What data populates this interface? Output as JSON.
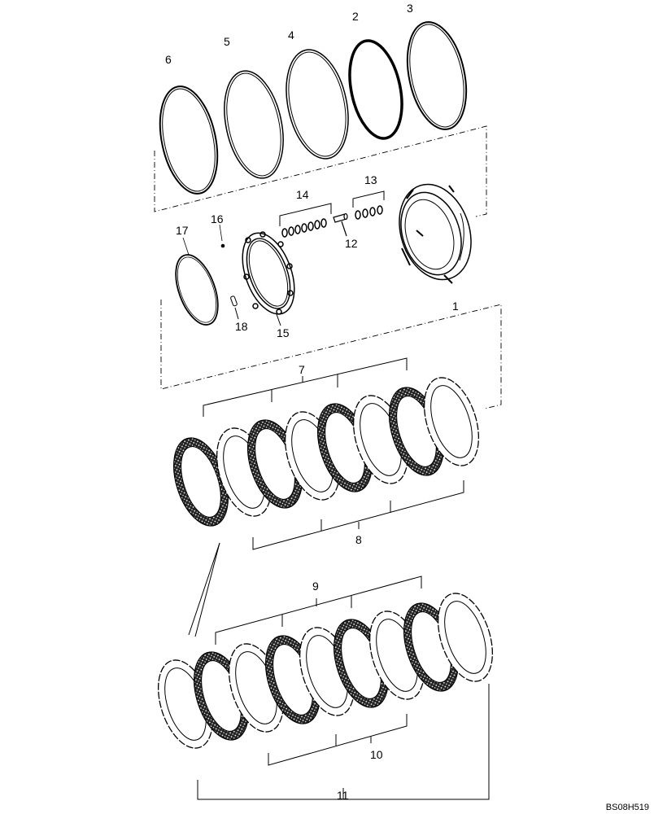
{
  "diagram": {
    "drawing_code": "BS08H519",
    "callouts": [
      "1",
      "2",
      "3",
      "4",
      "5",
      "6",
      "7",
      "8",
      "9",
      "10",
      "11",
      "12",
      "13",
      "14",
      "15",
      "16",
      "17",
      "18"
    ],
    "parts": {
      "seal_rings": [
        "6",
        "5",
        "4",
        "3",
        "2"
      ],
      "piston": "1",
      "spring_group": "14",
      "spring_group_small": "13",
      "pin": "12",
      "plate": "15",
      "ball": "16",
      "ring": "17",
      "key": "18",
      "upper_pack_friction": "7",
      "upper_pack_steel": "8",
      "lower_pack_friction": "9",
      "lower_pack_steel": "10",
      "lower_pack_all": "11"
    }
  }
}
